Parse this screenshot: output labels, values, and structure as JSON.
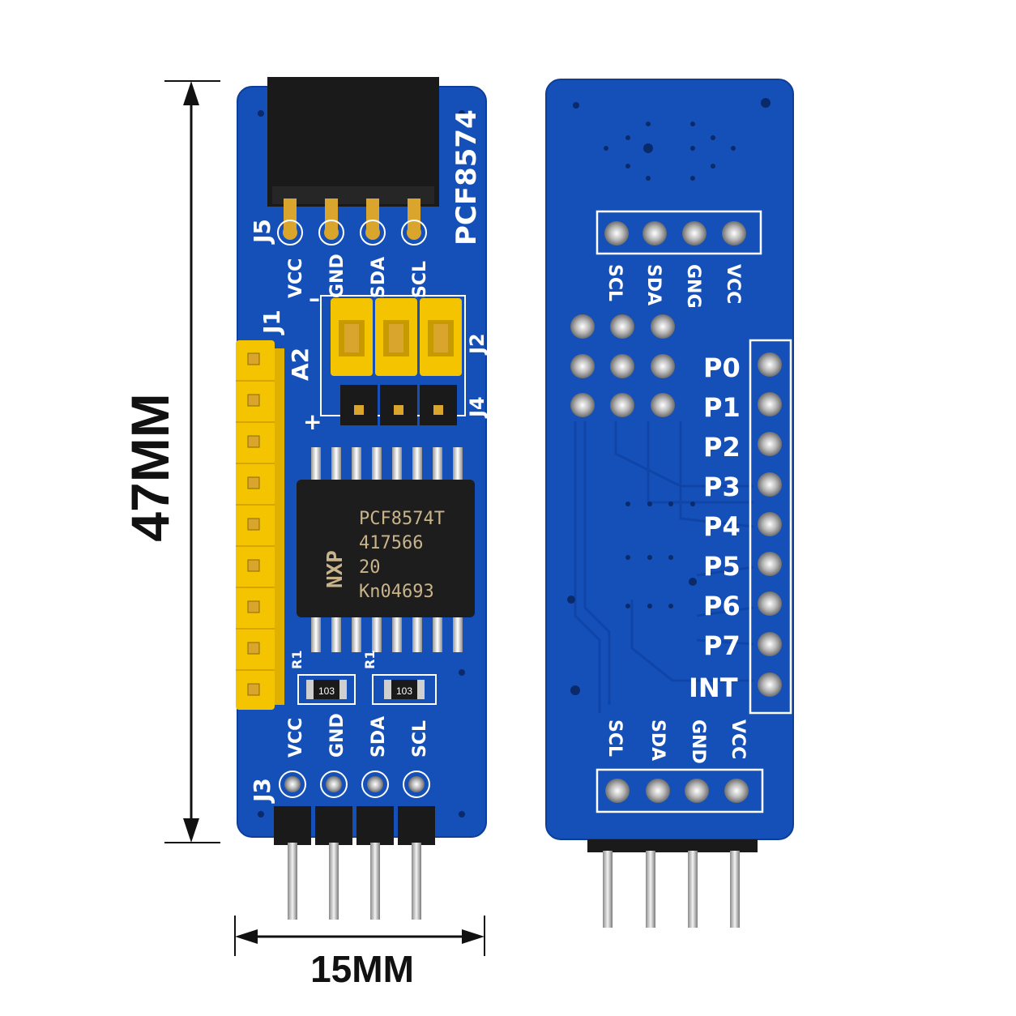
{
  "dimensions": {
    "height_label": "47MM",
    "width_label": "15MM"
  },
  "front_board": {
    "title": "PCF8574",
    "headers": {
      "j5": "J5",
      "j1": "J1",
      "j2": "J2",
      "j3": "J3",
      "j4": "J4",
      "a2": "A2",
      "minus": "–",
      "plus": "+"
    },
    "top_pin_labels": [
      "VCC",
      "GND",
      "SDA",
      "SCL"
    ],
    "bottom_pin_labels": [
      "VCC",
      "GND",
      "SDA",
      "SCL"
    ],
    "resistor_labels": [
      "R1",
      "R1"
    ],
    "resistor_codes": [
      "103",
      "103"
    ],
    "chip": {
      "brand": "NXP",
      "lines": [
        "PCF8574T",
        "417566",
        "20",
        "Kn04693"
      ]
    }
  },
  "back_board": {
    "top_pin_labels": [
      "SCL",
      "SDA",
      "GNG",
      "VCC"
    ],
    "bottom_pin_labels": [
      "SCL",
      "SDA",
      "GND",
      "VCC"
    ],
    "port_labels": [
      "P0",
      "P1",
      "P2",
      "P3",
      "P4",
      "P5",
      "P6",
      "P7",
      "INT"
    ]
  },
  "colors": {
    "pcb_blue": "#1550b8",
    "pcb_blue_dark": "#0d3e9a",
    "jumper_yellow": "#f5c400",
    "header_black": "#1a1a1a",
    "gold": "#d9a52c",
    "silkscreen": "#ffffff"
  }
}
